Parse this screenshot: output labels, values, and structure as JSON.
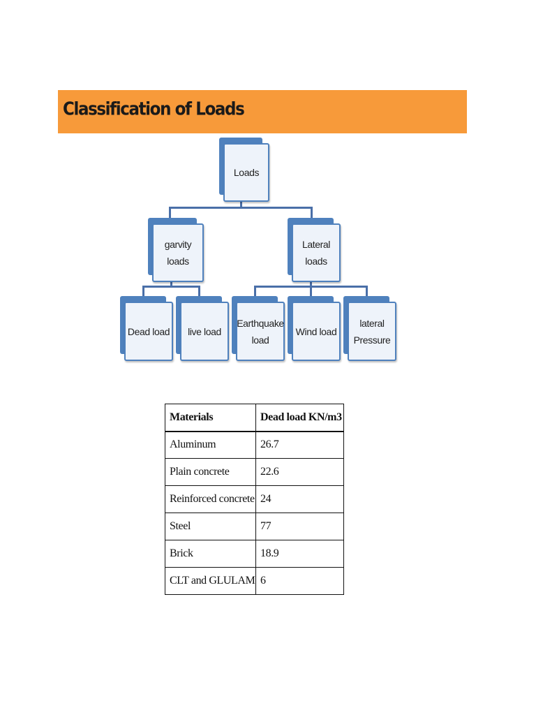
{
  "header": {
    "title": "Classification of Loads",
    "banner_color": "#f79a3a"
  },
  "diagram": {
    "node_color": "#4f81bd",
    "root": "Loads",
    "gravity": "garvity\nloads",
    "lateral": "Lateral\nloads",
    "dead": "Dead load",
    "live": "live load",
    "earthquake": "Earthquake\nload",
    "wind": "Wind load",
    "pressure": "lateral\nPressure"
  },
  "table": {
    "headers": [
      "Materials",
      "Dead load KN/m3"
    ],
    "rows": [
      [
        "Aluminum",
        "26.7"
      ],
      [
        "Plain concrete",
        "22.6"
      ],
      [
        "Reinforced concrete",
        "24"
      ],
      [
        "Steel",
        "77"
      ],
      [
        "Brick",
        "18.9"
      ],
      [
        "CLT and GLULAM",
        "6"
      ]
    ]
  }
}
